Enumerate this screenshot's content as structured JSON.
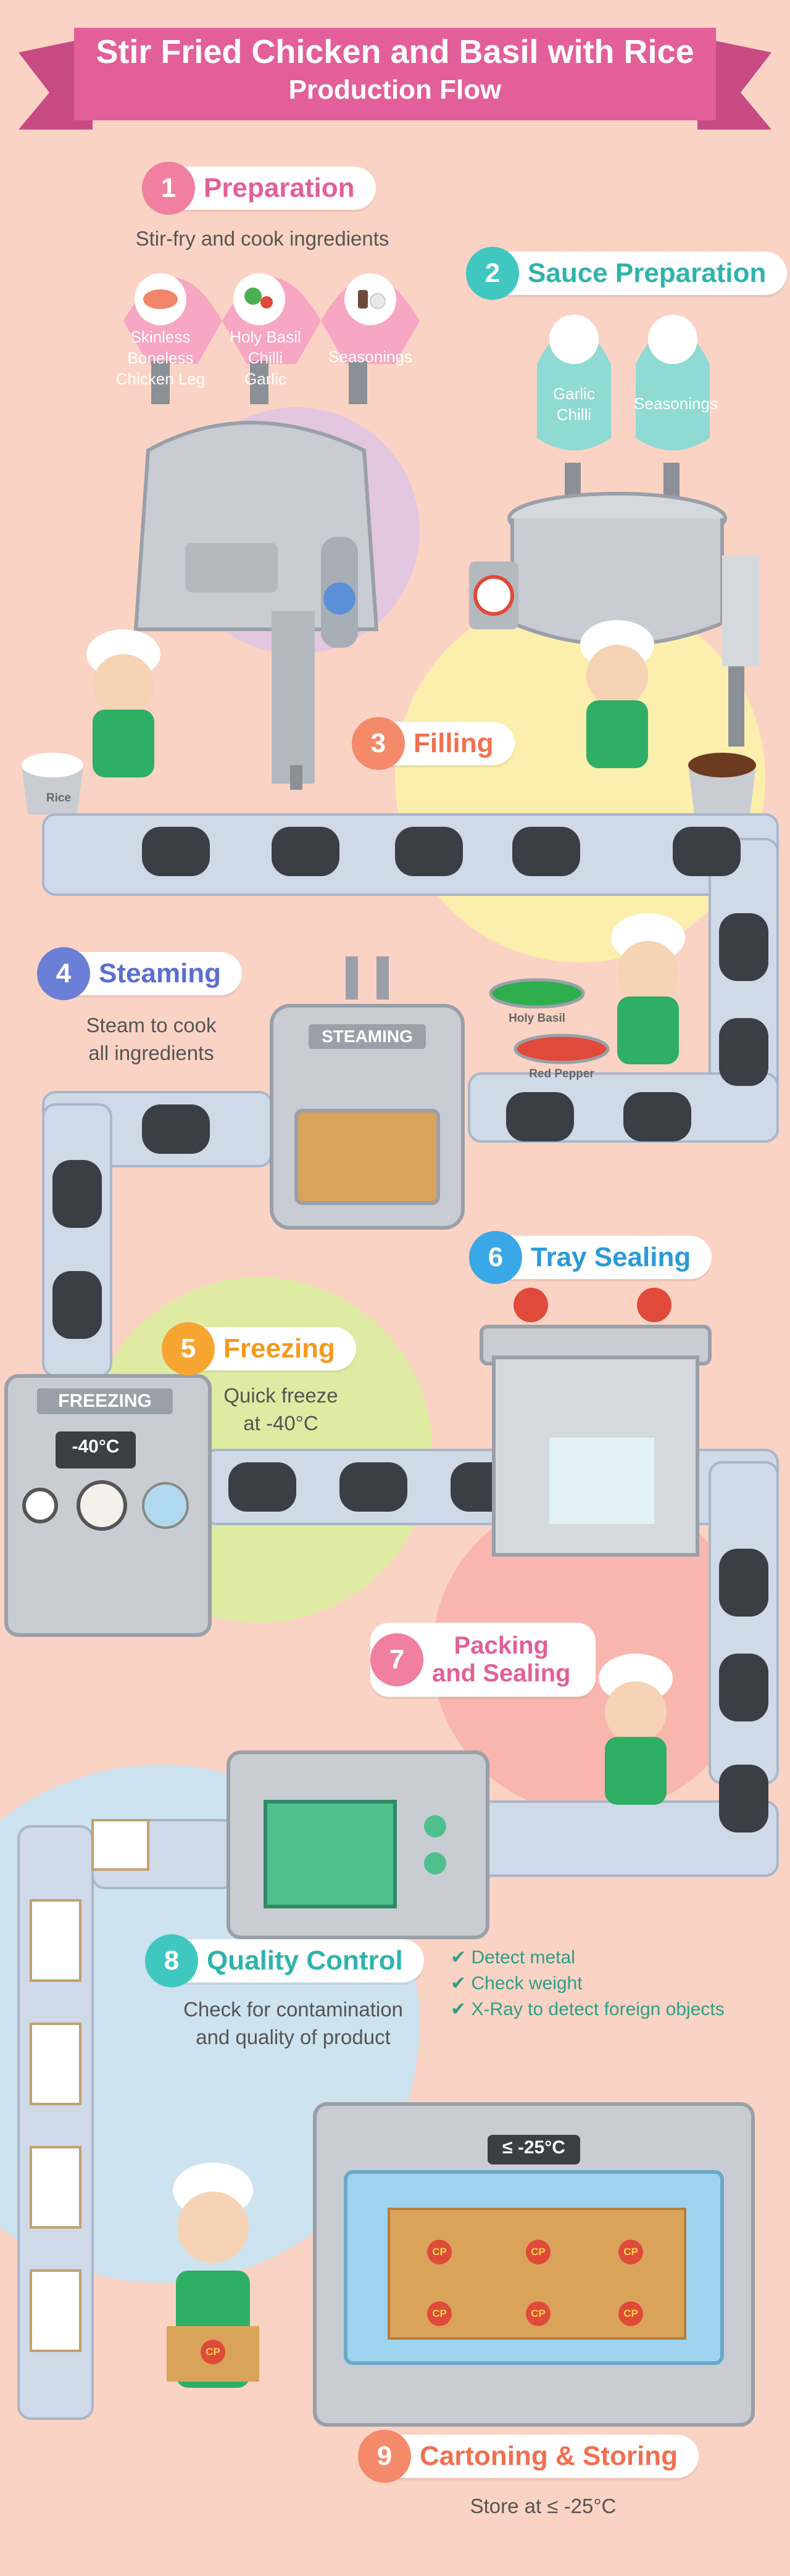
{
  "title": {
    "line1": "Stir Fried Chicken and Basil with Rice",
    "line2": "Production Flow"
  },
  "steps": [
    {
      "num": "1",
      "label": "Preparation",
      "desc": "Stir-fry and cook ingredients",
      "color": "#f07fa0"
    },
    {
      "num": "2",
      "label": "Sauce Preparation",
      "color": "#3fc7c0"
    },
    {
      "num": "3",
      "label": "Filling",
      "color": "#f58a6a"
    },
    {
      "num": "4",
      "label": "Steaming",
      "desc1": "Steam to cook",
      "desc2": "all ingredients",
      "color": "#6b7fd6"
    },
    {
      "num": "5",
      "label": "Freezing",
      "desc1": "Quick freeze",
      "desc2": "at -40°C",
      "color": "#f7a531"
    },
    {
      "num": "6",
      "label": "Tray Sealing",
      "color": "#3aa8e6"
    },
    {
      "num": "7",
      "label1": "Packing",
      "label2": "and Sealing",
      "color": "#f07fa0"
    },
    {
      "num": "8",
      "label": "Quality Control",
      "desc1": "Check for contamination",
      "desc2": "and quality of product",
      "color": "#3fc7c0"
    },
    {
      "num": "9",
      "label": "Cartoning & Storing",
      "desc": "Store at ≤ -25°C",
      "color": "#f58a6a"
    }
  ],
  "ingredients_prep": {
    "chicken": {
      "l1": "Skinless",
      "l2": "Boneless",
      "l3": "Chicken Leg"
    },
    "basil": {
      "l1": "Holy Basil",
      "l2": "Chilli",
      "l3": "Garlic"
    },
    "seasonings": "Seasonings"
  },
  "ingredients_sauce": {
    "garlic": {
      "l1": "Garlic",
      "l2": "Chilli"
    },
    "seasonings": "Seasonings"
  },
  "labels": {
    "rice": "Rice",
    "steaming": "STEAMING",
    "holy_basil": "Holy Basil",
    "red_pepper": "Red Pepper",
    "freezing": "FREEZING",
    "freezer_temp": "-40°C",
    "storage_temp": "≤ -25°C",
    "cp": "CP"
  },
  "quality_checks": [
    "Detect metal",
    "Check weight",
    "X-Ray to detect foreign objects"
  ],
  "colors": {
    "background": "#fbd3c4",
    "banner": "#e25f99",
    "conveyor": "#cfd9e8",
    "machine": "#c9cdd3"
  }
}
